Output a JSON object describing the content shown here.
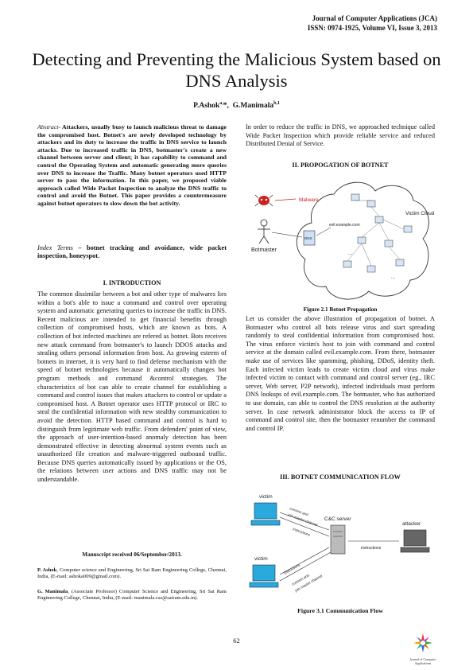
{
  "journal": {
    "name": "Journal of Computer Applications (JCA)",
    "issn": "ISSN: 0974-1925, Volume VI, Issue 3, 2013"
  },
  "title": "Detecting and Preventing the Malicious System based on DNS Analysis",
  "authors": {
    "a1": "P.Ashok",
    "a1_sup": "a,",
    "a1_star": "*,",
    "a2": "G.Manimala",
    "a2_sup": "b,1"
  },
  "abstract": {
    "label": "Abstract",
    "text": "- Attackers, usually busy to launch malicious threat to damage the compromised host. Botnet's are newly developed technology by attackers and its duty to increase the traffic in DNS service to launch attacks. Due to increased traffic in DNS, botmaster's create a new channel between server and client; it has capability to command and control the Operating System and automatic generating more queries over DNS to increase the Traffic. Many botnet operators used HTTP server to pass the information. In this paper, we proposed viable approach called Wide Packet Inspection to analyze the DNS traffic to control and avoid the Botnet. This paper provides a countermeasure against botnet operators to slow down the bot activity."
  },
  "index_terms": {
    "label": "Index Terms",
    "text": " – botnet tracking and avoidance, wide packet inspection, honeyspot."
  },
  "intro": {
    "heading": "I.  INTRODUCTION",
    "text": "The common dissimilar between a bot and other type of malwares lies within a bot's able to issue a command and control over operating system and automatic generating queries to increase the traffic in DNS. Recent malicious are intended to get financial benefits through collection of compromised hosts, which are known as bots. A collection of bot infected machines are refered as botnet. Bots receives new attack command from botmaster's to launch DDOS attacks and stealing others personal information from host. As growing esteem of botnets in internet, it is very hard to find defense mechanism with the speed of botnet technologies because it automatically changes bot program methods and command &control strategies. The characteristics of bot can able to create channel for establishing a command and control issues that makes attackers to control or update a compromised host. A Botnet operator uses HTTP protocol or IRC to steal the confidential information with new stealthy communication to avoid the detection. HTTP based command and control is hard to distinguish from legitimate web traffic. From defenders' point of view, the approach of user-intention-based anomaly detection has been demonstrated effective in detecting abnormal system events such as unauthorized file creation and malware-triggered outbound traffic. Because DNS queries automatically issued by applications or the OS, the relations between user actions and DNS traffic may not be understandable."
  },
  "manuscript": "Manuscript received 06/September/2013.",
  "affiliations": [
    {
      "name": "P. Ashok",
      "text": ", Computer science and Engineering, Sri Sai Ram Engineering College, Chennai, India, (E-mail: ashoka009@gmail.com)."
    },
    {
      "name": "G. Manimala",
      "text": ", (Associate Professor) Computer Science and Engineering, Sri Sai Ram Engineering College, Chennai, India, (E-mail: manimala.cse@sairam.edu.in)."
    }
  ],
  "right_intro": "In order to reduce the traffic in DNS, we approached technique called Wide Packet Inspection which provide reliable service and reduced Distributed Denial of Service.",
  "section2": {
    "heading": "II. PROPOGATION OF BOTNET",
    "figure_caption": "Figure 2.1 Botnet Propagation",
    "fig_labels": {
      "malware": "Malware",
      "victim_cloud": "Victim Cloud",
      "botmaster": "Botmaster",
      "dns": "DNS",
      "url": "evil.example.com"
    },
    "text": "Let us consider the above illustration of propagation of botnet. A Botmaster who control all bots release virus and start spreading randomly to steal confidential information from compromised host. The virus enforce victim's host to join with command and control service at the domain called evil.example.com. From there, botmaster make use of services like spamming, phishing, DDoS, identity theft. Each infected victim leads to create victim cloud and virus make infected victim to contact with command and control server (eg., IRC server, Web server, P2P network), infected individuals must perform DNS lookups of evil.example.com. The botmaster, who has authorized to use domain, can able to control the DNS resolution at the authority server. In case network administrator block the access to IP of command and control site, then the botmaster renumber the command and control IP."
  },
  "section3": {
    "heading": "III.   BOTNET COMMUNICATION FLOW",
    "figure_caption": "Figure 3.1 Communication Flow",
    "fig_labels": {
      "victim": "victim",
      "cnc": "C&C server",
      "attacker": "attacker",
      "instructions": "instructions",
      "msg1": "connect and",
      "msg2": "join master channel"
    }
  },
  "page_number": "62",
  "logo_text": "Journal of Computer Applications"
}
